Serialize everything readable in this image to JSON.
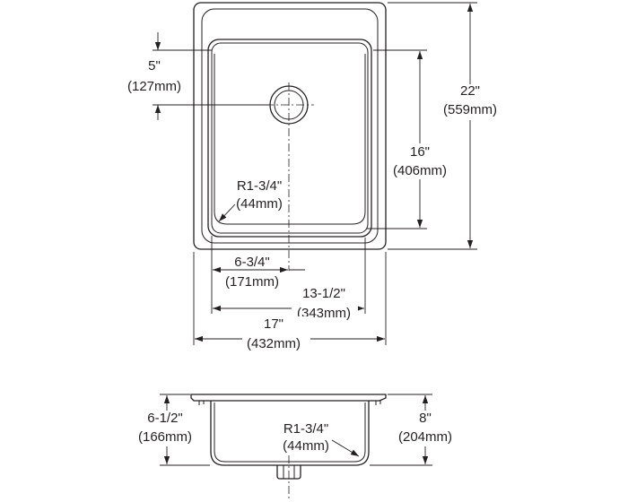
{
  "top_view": {
    "drain_offset": {
      "inch": "5\"",
      "mm": "(127mm)"
    },
    "overall_length": {
      "inch": "22\"",
      "mm": "(559mm)"
    },
    "bowl_length": {
      "inch": "16\"",
      "mm": "(406mm)"
    },
    "corner_radius": {
      "inch": "R1-3/4\"",
      "mm": "(44mm)"
    },
    "drain_from_bowl_edge": {
      "inch": "6-3/4\"",
      "mm": "(171mm)"
    },
    "bowl_width": {
      "inch": "13-1/2\"",
      "mm": "(343mm)"
    },
    "overall_width": {
      "inch": "17\"",
      "mm": "(432mm)"
    }
  },
  "side_view": {
    "overall_depth": {
      "inch": "6-1/2\"",
      "mm": "(166mm)"
    },
    "corner_radius": {
      "inch": "R1-3/4\"",
      "mm": "(44mm)"
    },
    "bowl_depth": {
      "inch": "8\"",
      "mm": "(204mm)"
    }
  }
}
